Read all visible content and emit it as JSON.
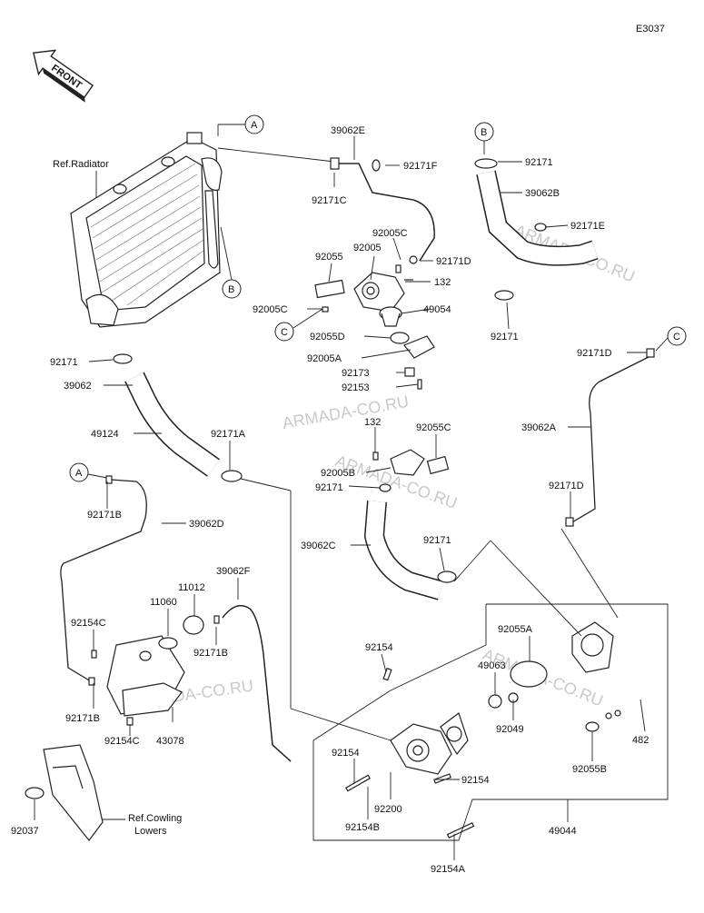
{
  "diagram": {
    "code": "E3037",
    "front": "FRONT",
    "watermark": "ARMADA-CO.RU",
    "refs": {
      "radiator": "Ref.Radiator",
      "cowling1": "Ref.Cowling",
      "cowling2": "Lowers"
    },
    "markers": [
      "A",
      "B",
      "C"
    ],
    "labels": [
      "39062E",
      "92171F",
      "92171C",
      "92005C",
      "92005",
      "92055",
      "92171D",
      "132",
      "92005C",
      "49054",
      "92055D",
      "92005A",
      "92173",
      "92153",
      "39062B",
      "92171",
      "92171E",
      "92171",
      "92171D",
      "39062A",
      "92171D",
      "92171",
      "39062",
      "49124",
      "92171A",
      "132",
      "92055C",
      "92005B",
      "92171",
      "39062C",
      "92171",
      "92171B",
      "39062D",
      "39062F",
      "11012",
      "11060",
      "92154C",
      "92171B",
      "92171B",
      "43078",
      "92154C",
      "92037",
      "92154",
      "92055A",
      "49063",
      "92049",
      "482",
      "92055B",
      "92154",
      "92154",
      "92200",
      "92154B",
      "49044",
      "92154A"
    ]
  }
}
